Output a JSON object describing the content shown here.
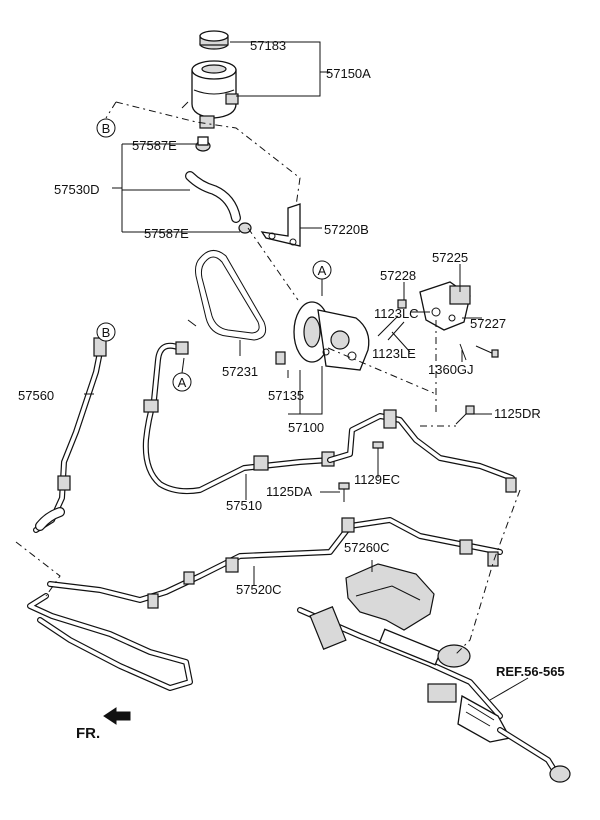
{
  "callouts": {
    "c57183": "57183",
    "c57150A": "57150A",
    "c57587E_top": "57587E",
    "c57530D": "57530D",
    "c57587E_bot": "57587E",
    "c57220B": "57220B",
    "c57225": "57225",
    "c57228": "57228",
    "c1123LC": "1123LC",
    "c57227": "57227",
    "c1123LE": "1123LE",
    "c1360GJ": "1360GJ",
    "c57231": "57231",
    "c57135": "57135",
    "c57100": "57100",
    "c1125DR": "1125DR",
    "c57560": "57560",
    "c1129EC": "1129EC",
    "c57510": "57510",
    "c1125DA": "1125DA",
    "c57260C": "57260C",
    "c57520C": "57520C",
    "ref": "REF.56-565"
  },
  "refs": {
    "a1": "A",
    "a2": "A",
    "b1": "B",
    "b2": "B"
  },
  "front_label": "FR.",
  "icons": {
    "arrow": "front-direction-arrow-icon"
  }
}
